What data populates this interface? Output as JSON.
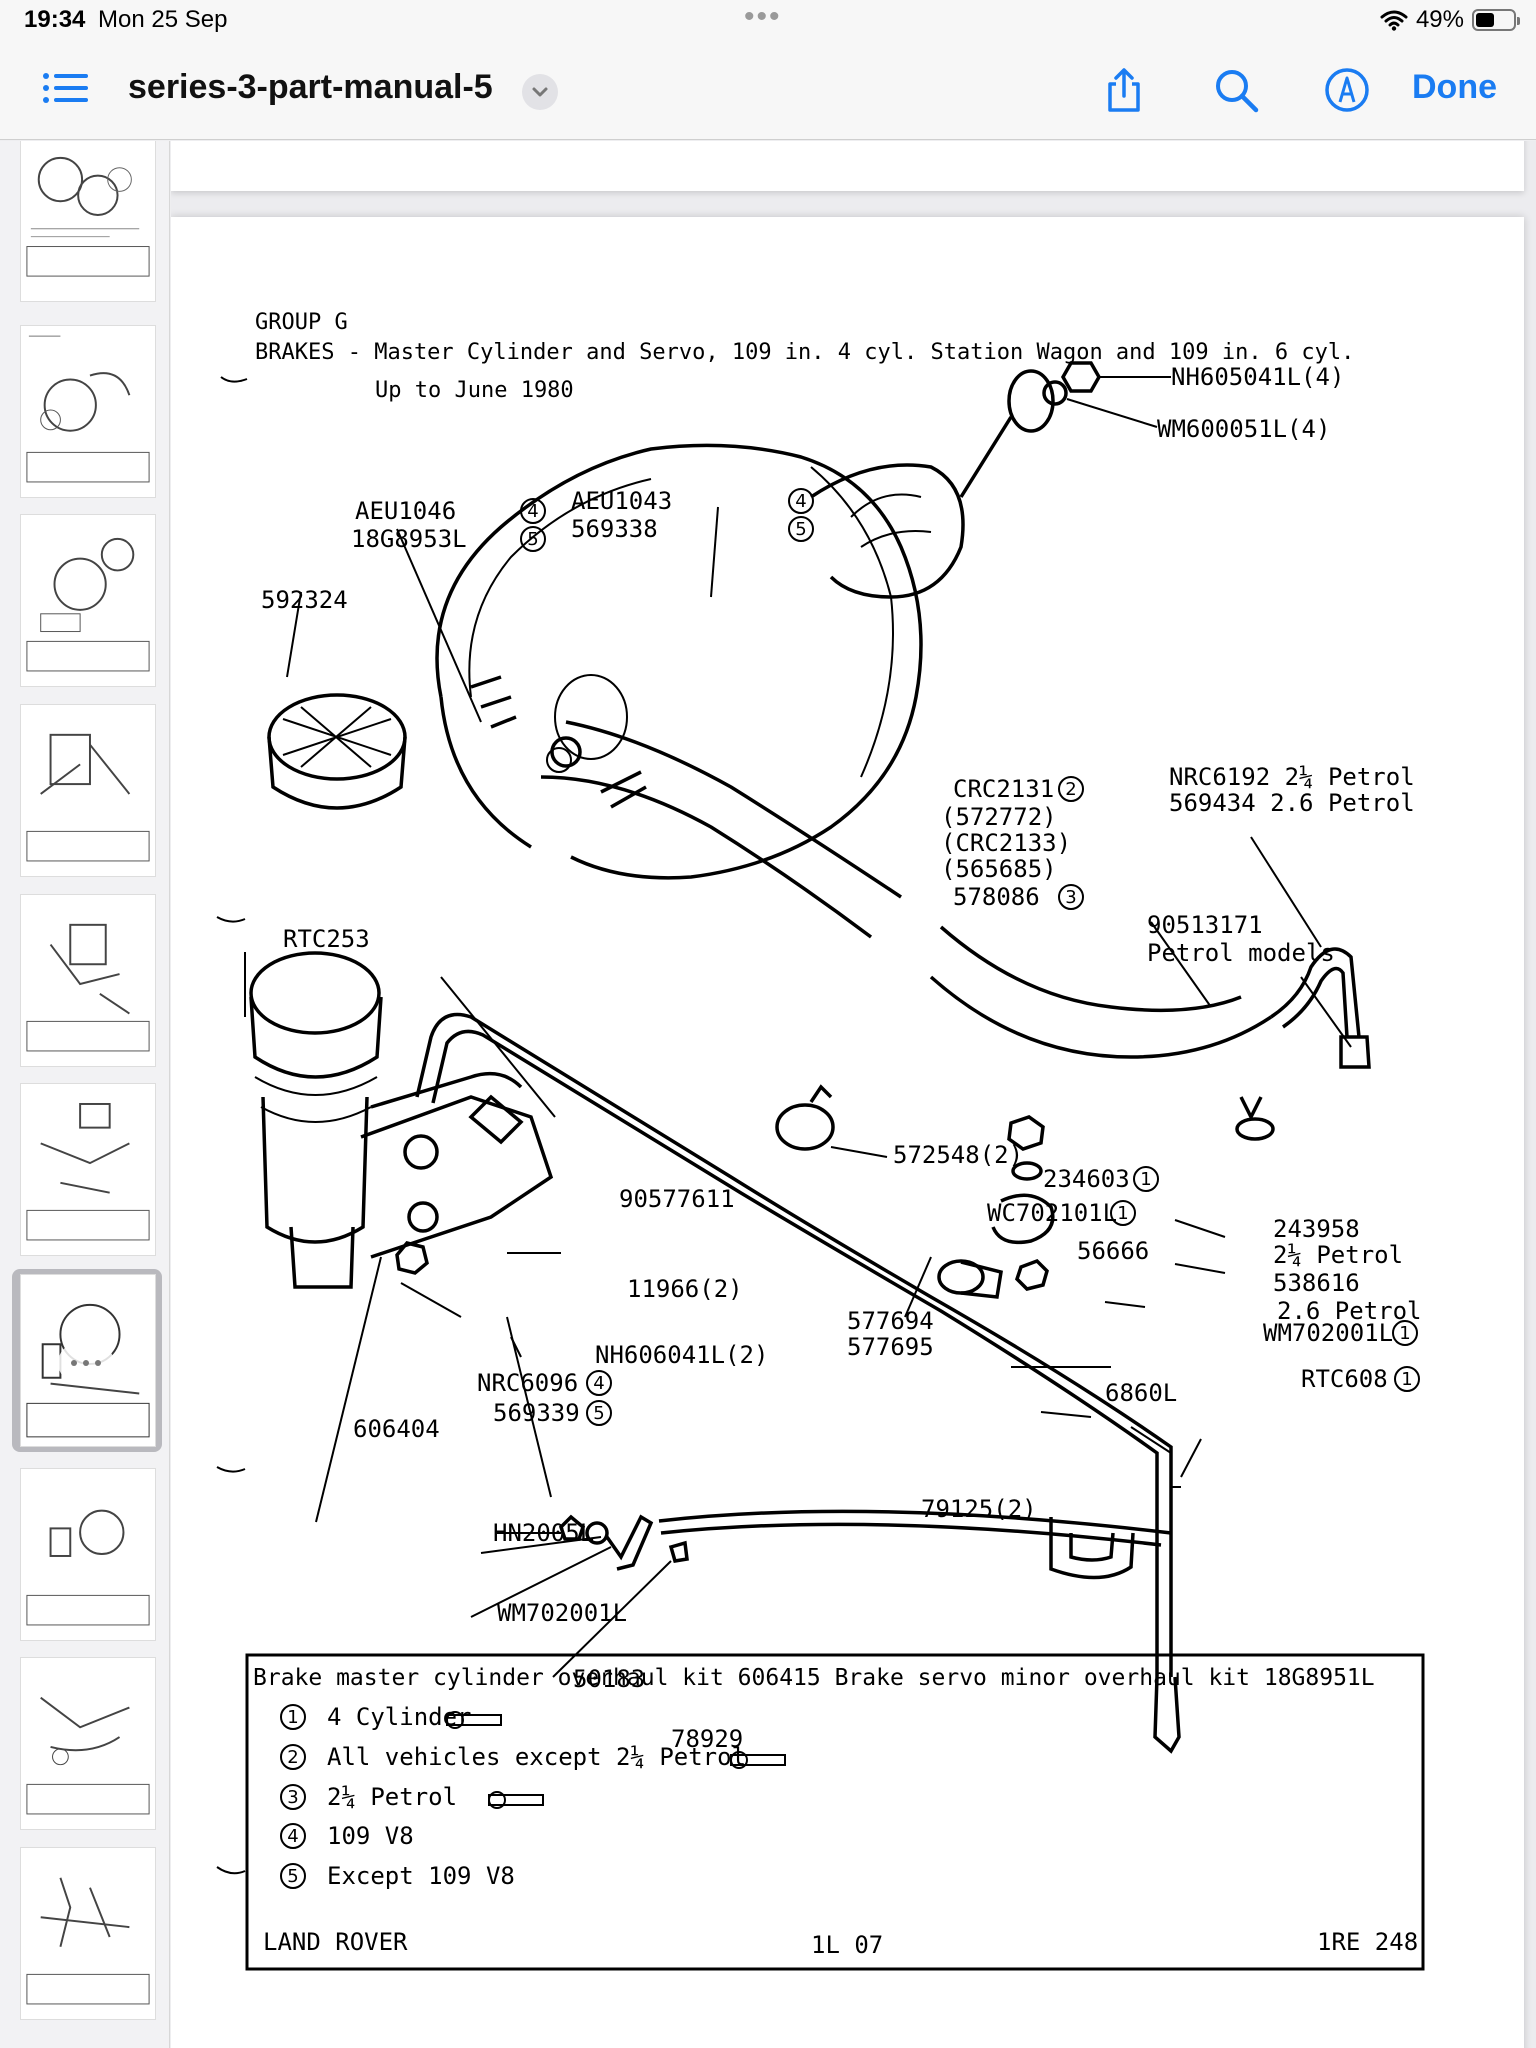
{
  "status_bar": {
    "time": "19:34",
    "date": "Mon 25 Sep",
    "battery_text": "49%",
    "battery_level": 0.49
  },
  "toolbar": {
    "title": "series-3-part-manual-5",
    "done_label": "Done",
    "accent_color": "#1a7cf2",
    "icons": [
      "list-icon",
      "chevron-down-icon",
      "share-icon",
      "search-icon",
      "markup-icon"
    ]
  },
  "sidebar": {
    "thumbnail_count": 10,
    "selected_index": 6
  },
  "document": {
    "group": "GROUP G",
    "title_line1": "BRAKES - Master Cylinder and Servo, 109 in. 4 cyl. Station Wagon and 109 in. 6 cyl.",
    "title_line2": "Up to June 1980",
    "callouts": {
      "aeu1046": "AEU1046",
      "p18g8953l": "18G8953L",
      "aeu1043": "AEU1043",
      "p569338": "569338",
      "nh605041l": "NH605041L(4)",
      "wm600051l": "WM600051L(4)",
      "p592324": "592324",
      "crc2131": "CRC2131",
      "p572772": "(572772)",
      "crc2133": "(CRC2133)",
      "p565685": "(565685)",
      "p578086": "578086",
      "nrc6192": "NRC6192 2¼ Petrol",
      "p569434": "569434 2.6 Petrol",
      "rtc253": "RTC253",
      "p90513171": "90513171",
      "petrol_models": "Petrol models",
      "p572548": "572548(2)",
      "p234603": "234603",
      "wc702101l": "WC702101L",
      "p243958": "243958",
      "p56666": "56666",
      "petrol_21_4": "2¼ Petrol",
      "p538616": "538616",
      "petrol_26": "2.6 Petrol",
      "p90577611": "90577611",
      "p11966": "11966(2)",
      "nh606041l": "NH606041L(2)",
      "p577694": "577694",
      "p577695": "577695",
      "p6860l": "6860L",
      "wm702001l_right": "WM702001L",
      "rtc608": "RTC608",
      "nrc6096": "NRC6096",
      "p569339": "569339",
      "p606404": "606404",
      "hn2005l": "HN2005L",
      "wm702001l_left": "WM702001L",
      "p79125": "79125(2)",
      "p50183": "50183",
      "p78929": "78929"
    },
    "circle_numbers": [
      "4",
      "5",
      "4",
      "5",
      "2",
      "3",
      "1",
      "1",
      "1",
      "1",
      "4",
      "5"
    ],
    "key_box": {
      "header": "Brake master cylinder overhaul kit 606415  Brake servo minor overhaul kit 18G8951L",
      "items": [
        {
          "num": "1",
          "text": "4 Cylinder"
        },
        {
          "num": "2",
          "text": "All vehicles except 2¼ Petrol"
        },
        {
          "num": "3",
          "text": "2¼ Petrol"
        },
        {
          "num": "4",
          "text": "109  V8"
        },
        {
          "num": "5",
          "text": "Except 109  V8"
        }
      ],
      "footer_left": "LAND ROVER",
      "footer_center": "1L 07",
      "footer_right": "1RE 248"
    }
  }
}
